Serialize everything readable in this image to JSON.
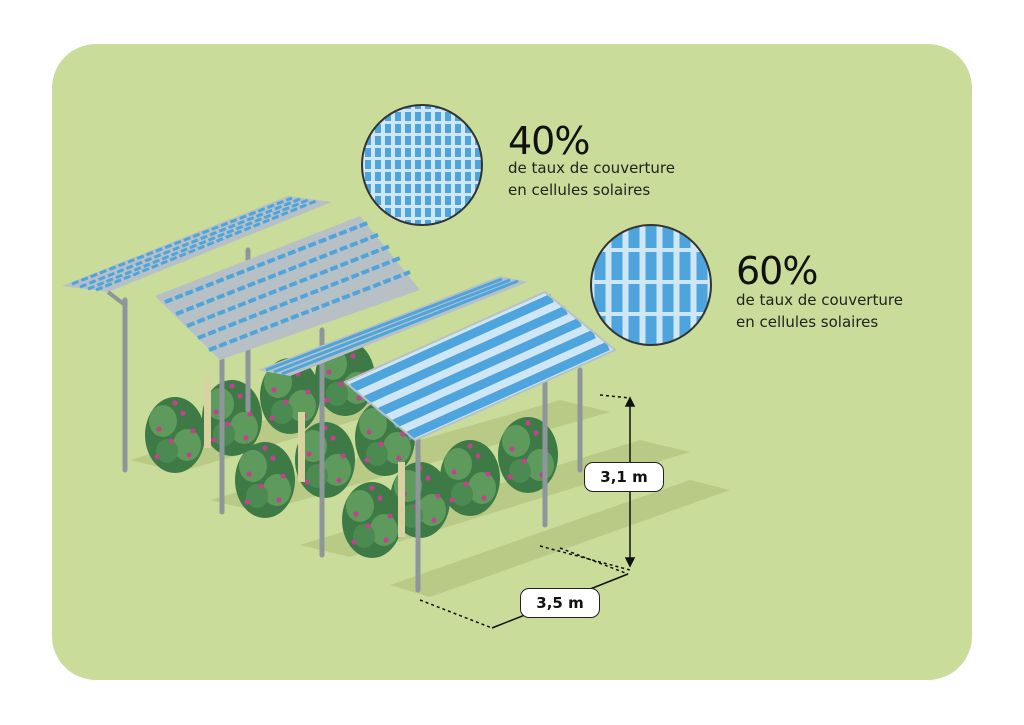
{
  "colors": {
    "background": "#c9dc99",
    "panel_frame": "#b7c1c5",
    "cell_blue": "#4ea4dc",
    "cell_light": "#cfe7f5",
    "structure": "#8d979b",
    "tree_dark": "#3d7a45",
    "tree_light": "#5e9a5c",
    "fruit": "#c2428e"
  },
  "coverage_40": {
    "icon": "solar-cells-dense-pattern-icon",
    "value": "40%",
    "line1": "de taux de couverture",
    "line2": "en cellules solaires"
  },
  "coverage_60": {
    "icon": "solar-cells-striped-pattern-icon",
    "value": "60%",
    "line1": "de taux de couverture",
    "line2": "en cellules solaires"
  },
  "dimensions": {
    "height": "3,1 m",
    "spacing": "3,5 m"
  }
}
